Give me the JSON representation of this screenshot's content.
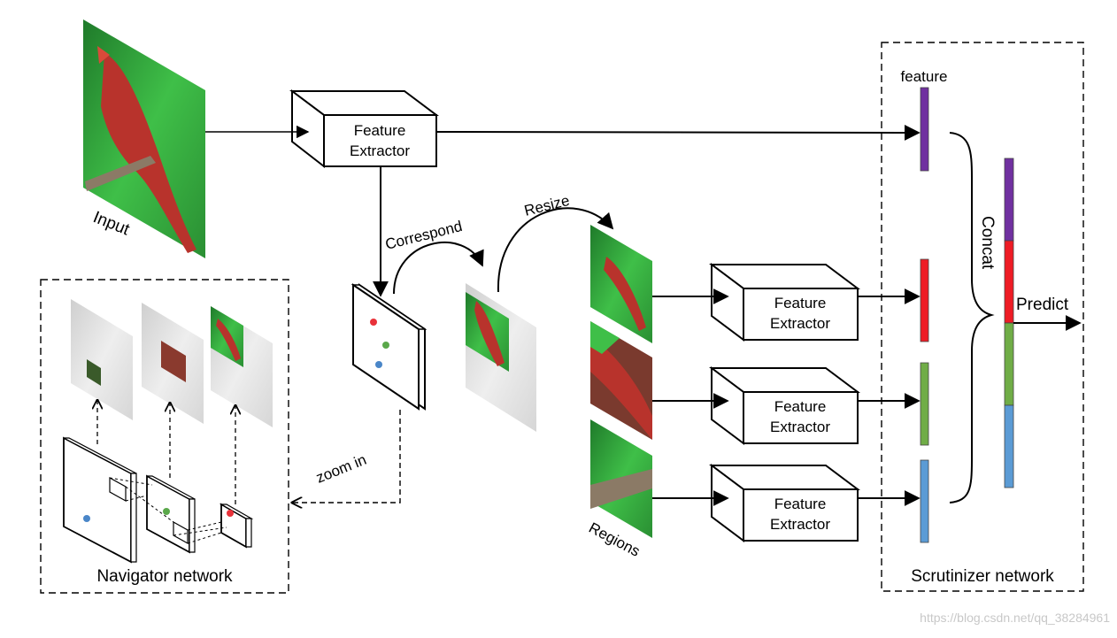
{
  "labels": {
    "input": "Input",
    "feature_extractor_line1": "Feature",
    "feature_extractor_line2": "Extractor",
    "feature": "feature",
    "correspond": "Correspond",
    "resize": "Resize",
    "zoom_in": "zoom in",
    "regions": "Regions",
    "concat": "Concat",
    "predict": "Predict",
    "navigator_network": "Navigator network",
    "scrutinizer_network": "Scrutinizer network"
  },
  "watermark": "https://blog.csdn.net/qq_38284961",
  "colors": {
    "feature_purple": "#7030a0",
    "feature_red": "#ee1c25",
    "feature_green": "#70ad47",
    "feature_blue": "#5b9bd5",
    "dot_red": "#e8323a",
    "dot_green": "#5aa84a",
    "dot_blue": "#4a86c8",
    "bird_red": "#b8332c",
    "foliage_green": "#2ea83a"
  },
  "icons": {
    "input_image": "cardinal-bird-photo",
    "regions": "cropped-bird-region-photos",
    "feature_map": "feature-map-plane"
  }
}
